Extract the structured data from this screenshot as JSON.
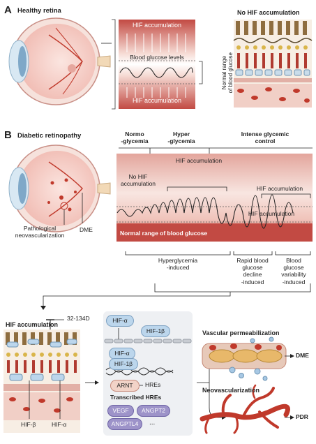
{
  "panel_a": {
    "letter": "A",
    "title": "Healthy retina",
    "hif_top": "HIF accumulation",
    "hif_bottom": "HIF accumulation",
    "glucose_label": "Blood glucose levels",
    "normal_range_line1": "Normal range",
    "normal_range_line2": "of blood glucose",
    "right_title": "No HIF accumulation"
  },
  "panel_b": {
    "letter": "B",
    "title": "Diabetic retinopathy",
    "eye_label_pn_1": "Pathological",
    "eye_label_pn_2": "neovascularization",
    "eye_label_dme": "DME",
    "col_normo_1": "Normo",
    "col_normo_2": "-glycemia",
    "col_hyper_1": "Hyper",
    "col_hyper_2": "-glycemia",
    "col_intense_1": "Intense glycemic",
    "col_intense_2": "control",
    "no_hif_1": "No HIF",
    "no_hif_2": "accumulation",
    "hif_acc_top": "HIF accumulation",
    "hif_acc_right": "HIF accumulation",
    "hif_acc_bottom": "HIF accumulation",
    "normal_range": "Normal range of blood glucose",
    "hyper_induced_1": "Hyperglycemia",
    "hyper_induced_2": "-induced",
    "rapid_1": "Rapid blood",
    "rapid_2": "glucose",
    "rapid_3": "decline",
    "rapid_4": "-induced",
    "var_1": "Blood",
    "var_2": "glucose",
    "var_3": "variability",
    "var_4": "-induced"
  },
  "panel_c": {
    "hif_accumulation": "HIF accumulation",
    "inhibitor": "32-134D",
    "hif_beta_label": "HIF-β",
    "hif_alpha_label": "HIF-α",
    "hif_alpha_pill": "HIF-α",
    "hif_1b_pill": "HIF-1β",
    "hif_alpha_pill2": "HIF-α",
    "hif_1b_pill2": "HIF-1β",
    "arnt": "ARNT",
    "hres": "HREs",
    "transcribed": "Transcribed HREs",
    "gene_vegf": "VEGF",
    "gene_angpt2": "ANGPT2",
    "gene_angptl4": "ANGPTL4",
    "ellipsis": "...",
    "vascular_perm": "Vascular permeabilization",
    "dme": "DME",
    "neovasc": "Neovascularization",
    "pdr": "PDR"
  },
  "colors": {
    "red_band": "#c94a44",
    "pink_bg": "#f4d4cc",
    "purple_pill": "#9d93c9",
    "blue_pill": "#bcd6ec",
    "vessel_red": "#c0392b"
  }
}
